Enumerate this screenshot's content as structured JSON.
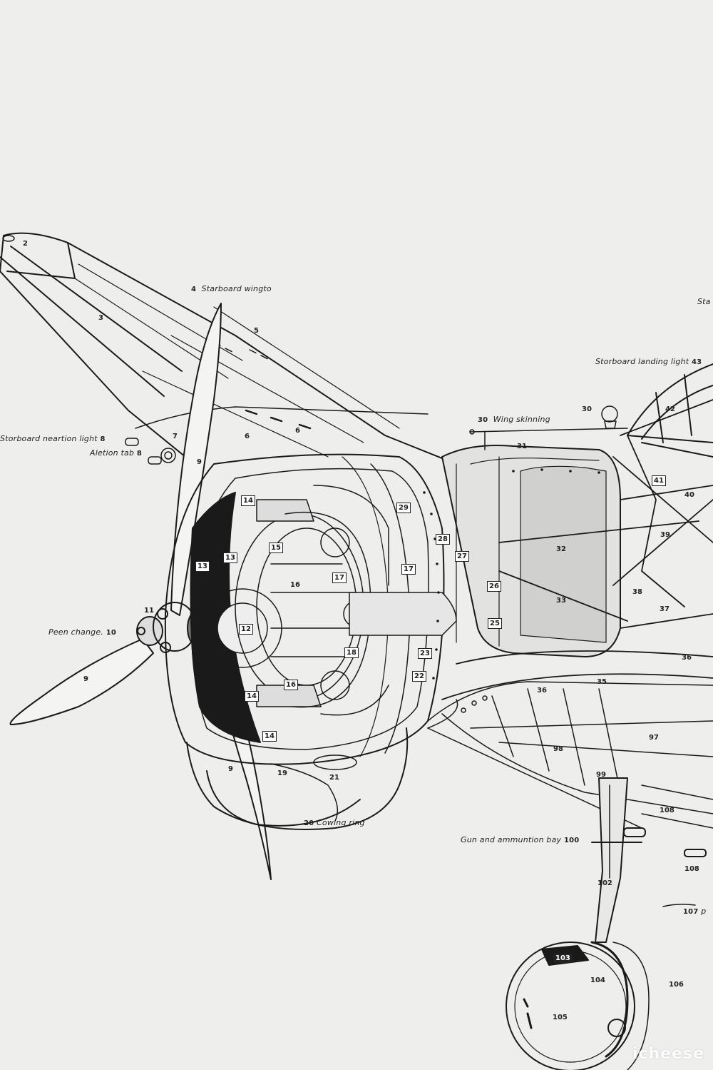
{
  "labels": {
    "starboard_wingtip": {
      "num": "4",
      "text": "Starboard wingto"
    },
    "starboard_navigation_light": {
      "num": "8",
      "text": "Storboard neartion light"
    },
    "aileron_tab": {
      "num": "8",
      "text": "Aletion tab"
    },
    "pitch_change": {
      "num": "10",
      "text": "Peen change."
    },
    "cowling_ring": {
      "num": "20",
      "text": "Cowing ring"
    },
    "wing_skinning": {
      "num": "30",
      "text": "Wing skinning"
    },
    "starboard_landing_light": {
      "num": "43",
      "text": "Storboard landing light"
    },
    "gun_ammunition_bay": {
      "num": "100",
      "text": "Gun and ammuntion bay"
    },
    "top_right_partial": {
      "text": "Sta"
    },
    "bottom_right_partial": {
      "num": "107",
      "text": "p"
    }
  },
  "numbers": [
    "2",
    "3",
    "5",
    "6",
    "6",
    "7",
    "9",
    "9",
    "9",
    "11",
    "12",
    "13",
    "13",
    "14",
    "14",
    "14",
    "15",
    "16",
    "16",
    "17",
    "17",
    "18",
    "19",
    "21",
    "22",
    "23",
    "25",
    "26",
    "27",
    "28",
    "29",
    "30",
    "31",
    "32",
    "33",
    "35",
    "36",
    "36",
    "37",
    "38",
    "39",
    "40",
    "41",
    "42",
    "97",
    "98",
    "99",
    "102",
    "103",
    "104",
    "105",
    "106",
    "108",
    "108"
  ],
  "watermark": "icheese",
  "colors": {
    "paper": "#eeeeec",
    "ink": "#1a1a1a"
  }
}
